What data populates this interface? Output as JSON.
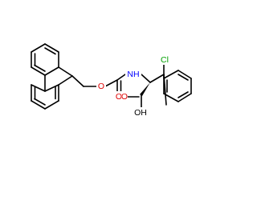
{
  "structure": {
    "atoms": {
      "o_ether": "O",
      "o_carbonyl": "O",
      "nh": "NH",
      "cl": "Cl",
      "oh": "OH",
      "o_acid": "O"
    },
    "colors": {
      "bond": "#000000",
      "oxygen": "#e00000",
      "nitrogen": "#0000ff",
      "chlorine": "#00a000",
      "hydroxyl": "#000000"
    }
  }
}
